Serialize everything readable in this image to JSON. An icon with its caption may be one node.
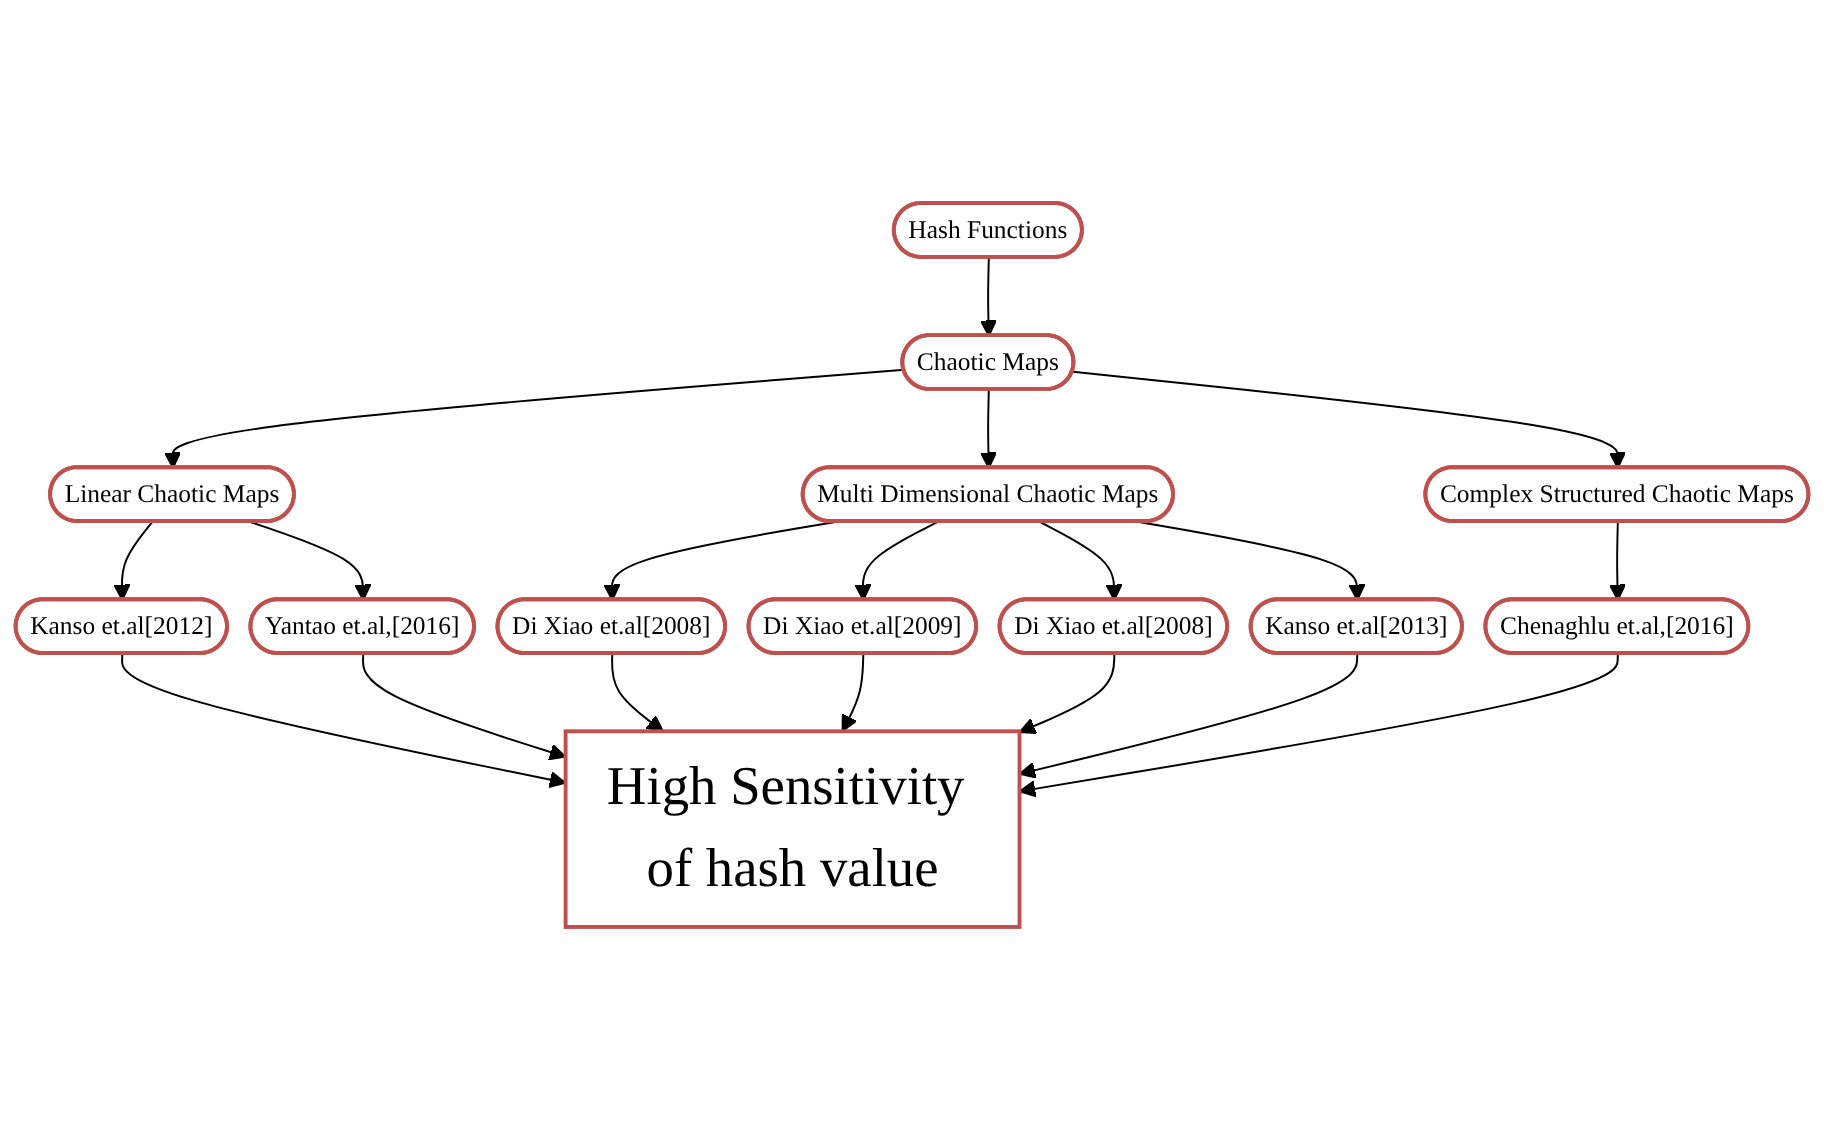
{
  "diagram": {
    "nodes": [
      {
        "text": [
          "Hash Functions"
        ]
      },
      {
        "text": [
          "Chaotic Maps"
        ]
      },
      {
        "text": [
          "Linear Chaotic Maps"
        ]
      },
      {
        "text": [
          "Multi Dimensional Chaotic Maps"
        ]
      },
      {
        "text": [
          "Complex Structured Chaotic Maps"
        ]
      },
      {
        "text": [
          "Kanso et.al[2012]"
        ]
      },
      {
        "text": [
          "Yantao et.al,[2016]"
        ]
      },
      {
        "text": [
          "Di Xiao et.al[2008]"
        ]
      },
      {
        "text": [
          "Di Xiao et.al[2009]"
        ]
      },
      {
        "text": [
          "Di Xiao et.al[2008]"
        ]
      },
      {
        "text": [
          "Kanso et.al[2013]"
        ]
      },
      {
        "text": [
          "Chenaghlu et.al,[2016]"
        ]
      },
      {
        "text": [
          "High Sensitivity of hash value"
        ]
      }
    ],
    "edges": [
      {
        "from": 0,
        "to": 1,
        "arrow": "to"
      },
      {
        "from": 1,
        "to": 2,
        "arrow": "to"
      },
      {
        "from": 1,
        "to": 3,
        "arrow": "to"
      },
      {
        "from": 1,
        "to": 4,
        "arrow": "to"
      },
      {
        "from": 2,
        "to": 5,
        "arrow": "to"
      },
      {
        "from": 2,
        "to": 6,
        "arrow": "to"
      },
      {
        "from": 3,
        "to": 7,
        "arrow": "to"
      },
      {
        "from": 3,
        "to": 8,
        "arrow": "to"
      },
      {
        "from": 3,
        "to": 9,
        "arrow": "to"
      },
      {
        "from": 3,
        "to": 10,
        "arrow": "to"
      },
      {
        "from": 4,
        "to": 11,
        "arrow": "to"
      },
      {
        "from": 5,
        "to": 12,
        "arrow": "to"
      },
      {
        "from": 6,
        "to": 12,
        "arrow": "to"
      },
      {
        "from": 7,
        "to": 12,
        "arrow": "to"
      },
      {
        "from": 8,
        "to": 12,
        "arrow": "to"
      },
      {
        "from": 9,
        "to": 12,
        "arrow": "to"
      },
      {
        "from": 10,
        "to": 12,
        "arrow": "to"
      },
      {
        "from": 11,
        "to": 12,
        "arrow": "to"
      }
    ]
  }
}
